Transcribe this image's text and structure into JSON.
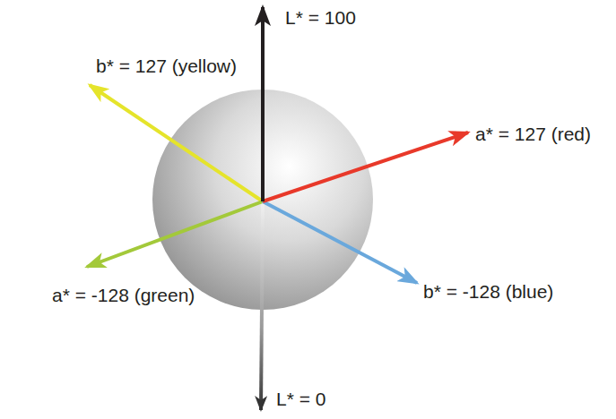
{
  "diagram": {
    "labels": [
      "L* = 100",
      "b* = 127 (yellow)",
      "a* = 127 (red)",
      "a* = -128 (green)",
      "b* = -128 (blue)",
      "L* = 0"
    ]
  }
}
